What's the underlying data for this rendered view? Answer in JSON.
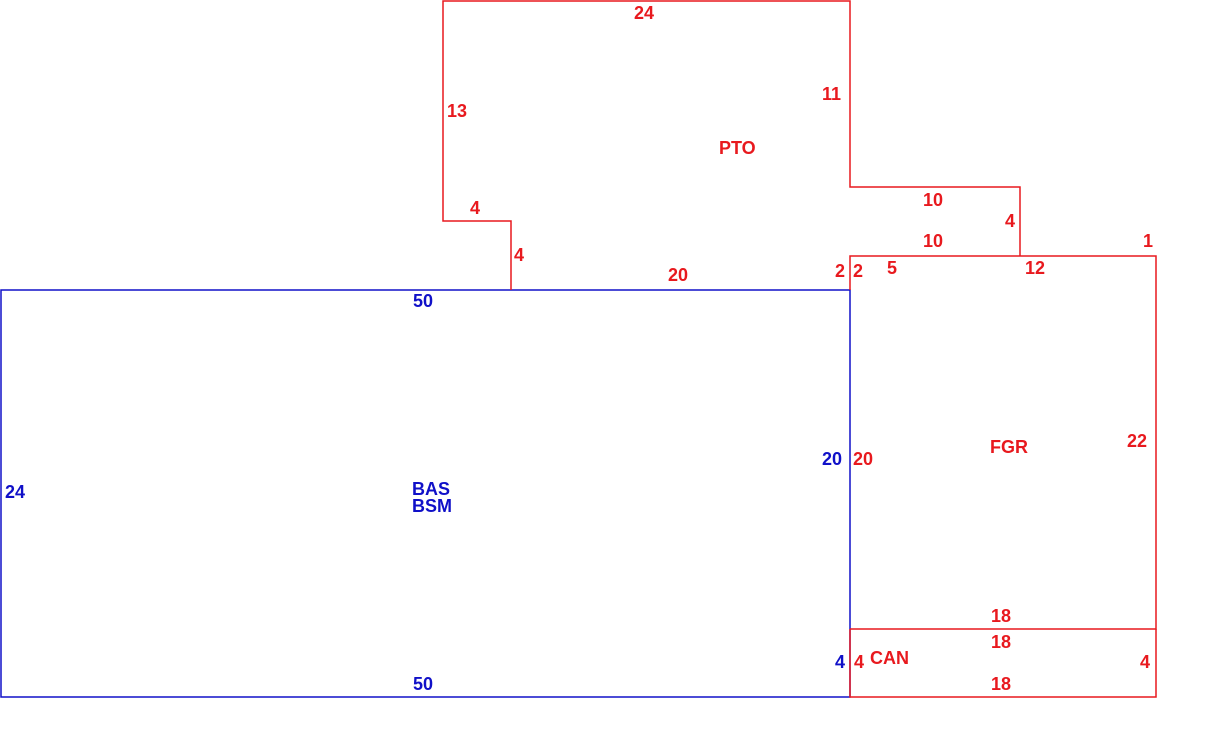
{
  "colors": {
    "red": "#e8191e",
    "blue": "#1010c8"
  },
  "areas": {
    "bas": {
      "code1": "BAS",
      "code2": "BSM"
    },
    "pto": {
      "code": "PTO"
    },
    "fgr": {
      "code": "FGR"
    },
    "can": {
      "code": "CAN"
    }
  },
  "dims": {
    "bas_top": "50",
    "bas_bottom": "50",
    "bas_left": "24",
    "bas_right": "20",
    "bas_right_low": "4",
    "pto_top": "24",
    "pto_left": "13",
    "pto_right": "11",
    "pto_step_h": "4",
    "pto_step_v": "4",
    "pto_bottom": "20",
    "pto_ledge_top": "10",
    "pto_ledge_right": "4",
    "fgr_top_mid": "10",
    "fgr_top_right_corner": "1",
    "fgr_left_top": "2",
    "fgr_left_top_inner": "2",
    "fgr_top_left": "5",
    "fgr_top_right": "12",
    "fgr_left": "20",
    "fgr_right": "22",
    "fgr_bottom": "18",
    "can_top": "18",
    "can_bottom": "18",
    "can_left": "4",
    "can_right": "4"
  }
}
